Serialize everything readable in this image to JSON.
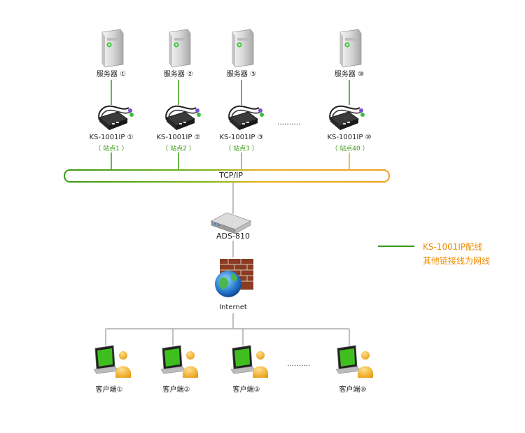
{
  "servers": [
    {
      "label": "服务器 ①"
    },
    {
      "label": "服务器 ②"
    },
    {
      "label": "服务器 ③"
    },
    {
      "label": "服务器 ⑩"
    }
  ],
  "kvm_devices": [
    {
      "label": "KS-1001IP ①",
      "site": "（ 站点1 ）"
    },
    {
      "label": "KS-1001IP ②",
      "site": "（ 站点2 ）"
    },
    {
      "label": "KS-1001IP ③",
      "site": "（ 站点3 ）"
    },
    {
      "label": "KS-1001IP ⑩",
      "site": "（ 站点40 ）"
    }
  ],
  "ellipsis": "……….",
  "network": {
    "label": "TCP/IP"
  },
  "switch": {
    "label": "ADS-810"
  },
  "internet": {
    "label": "Internet"
  },
  "clients": [
    {
      "label": "客户端①"
    },
    {
      "label": "客户端②"
    },
    {
      "label": "客户端③"
    },
    {
      "label": "客户端⑩"
    }
  ],
  "legend": {
    "line1": "KS-1001IP配线",
    "line2": "其他链接线为网线"
  },
  "colors": {
    "green": "#3a9a12",
    "orange": "#f0a020",
    "legend_text": "#f08c00"
  }
}
